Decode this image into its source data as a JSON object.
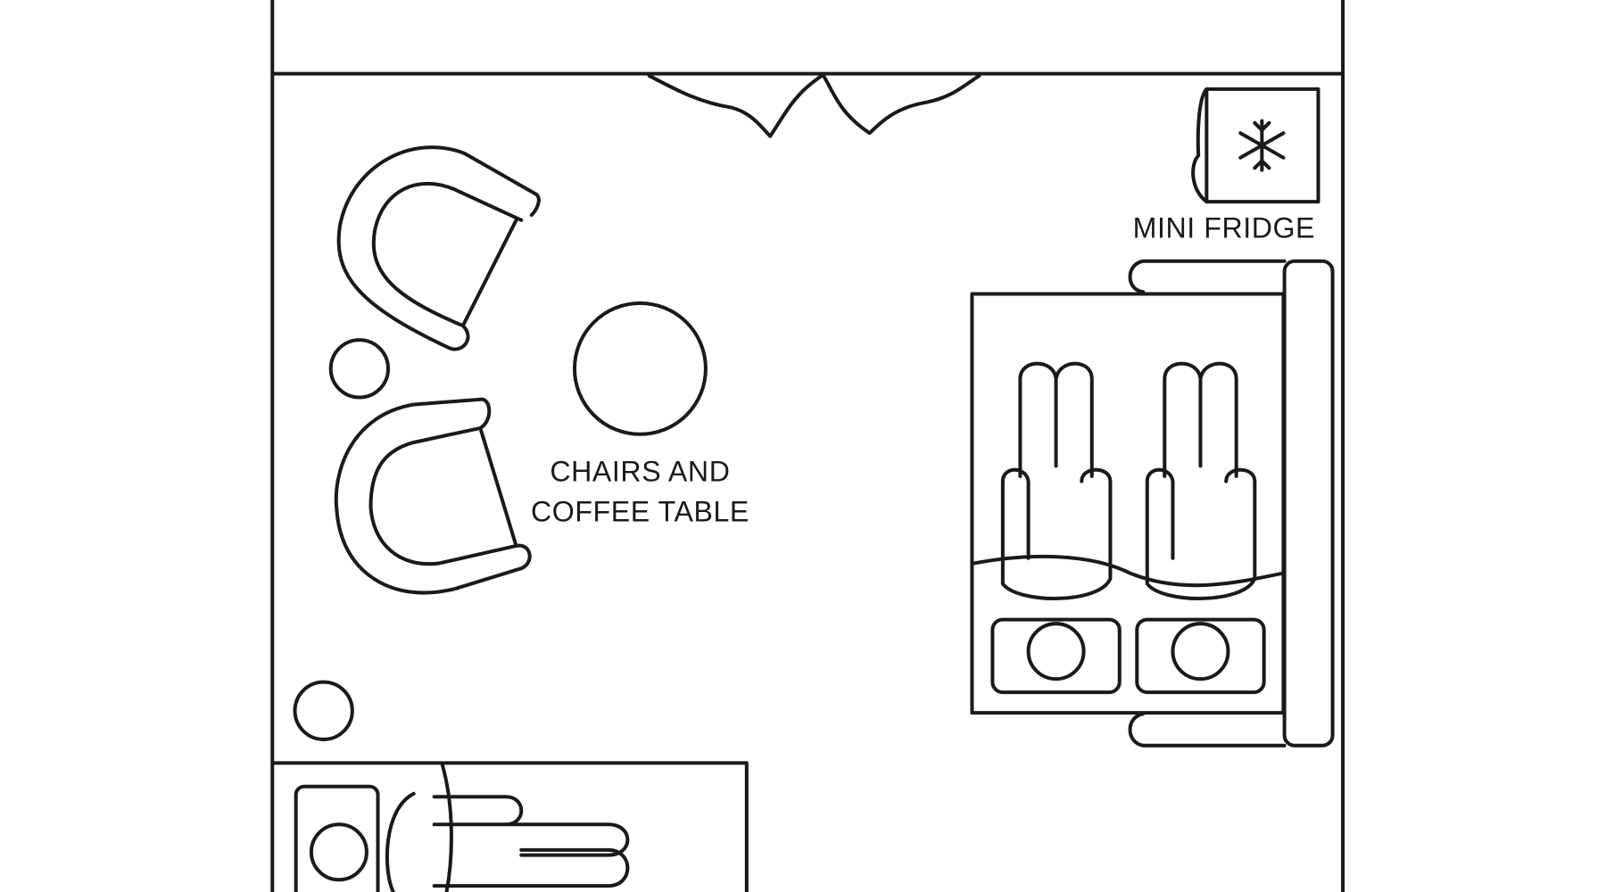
{
  "labels": {
    "mini_fridge": "MINI FRIDGE",
    "chairs_line1": "CHAIRS AND",
    "chairs_line2": "COFFEE TABLE"
  },
  "colors": {
    "line": "#1a1a1a",
    "background": "#ffffff"
  }
}
